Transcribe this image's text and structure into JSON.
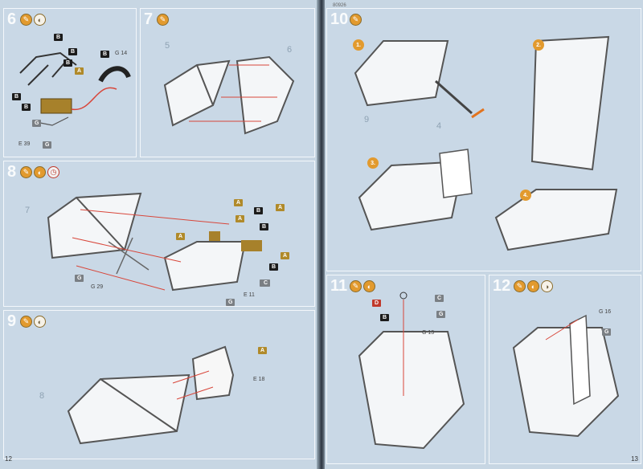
{
  "document": {
    "header_code": "80926",
    "left_page_number": "12",
    "right_page_number": "13"
  },
  "steps": [
    {
      "number": "6",
      "parts": [
        "B",
        "B",
        "B",
        "B",
        "A",
        "B",
        "B",
        "G",
        "G"
      ],
      "refs": {
        "g14": "G 14",
        "e39": "E 39"
      }
    },
    {
      "number": "7",
      "labels": [
        "5",
        "6"
      ]
    },
    {
      "number": "8",
      "labels": [
        "7"
      ],
      "parts": [
        "A",
        "B",
        "A",
        "A",
        "A",
        "B",
        "A",
        "B",
        "G",
        "G",
        "G",
        "C"
      ],
      "refs": {
        "g29": "G 29",
        "e11": "E 11"
      }
    },
    {
      "number": "9",
      "labels": [
        "8"
      ],
      "parts": [
        "A"
      ],
      "refs": {
        "e18": "E 18"
      }
    },
    {
      "number": "10",
      "substeps": [
        "1.",
        "2.",
        "3.",
        "4."
      ],
      "labels": [
        "9",
        "4"
      ]
    },
    {
      "number": "11",
      "parts": [
        "D",
        "C",
        "G",
        "B"
      ],
      "refs": {
        "g13": "G 13"
      }
    },
    {
      "number": "12",
      "parts": [
        "G"
      ],
      "refs": {
        "g16": "G 16"
      }
    }
  ]
}
